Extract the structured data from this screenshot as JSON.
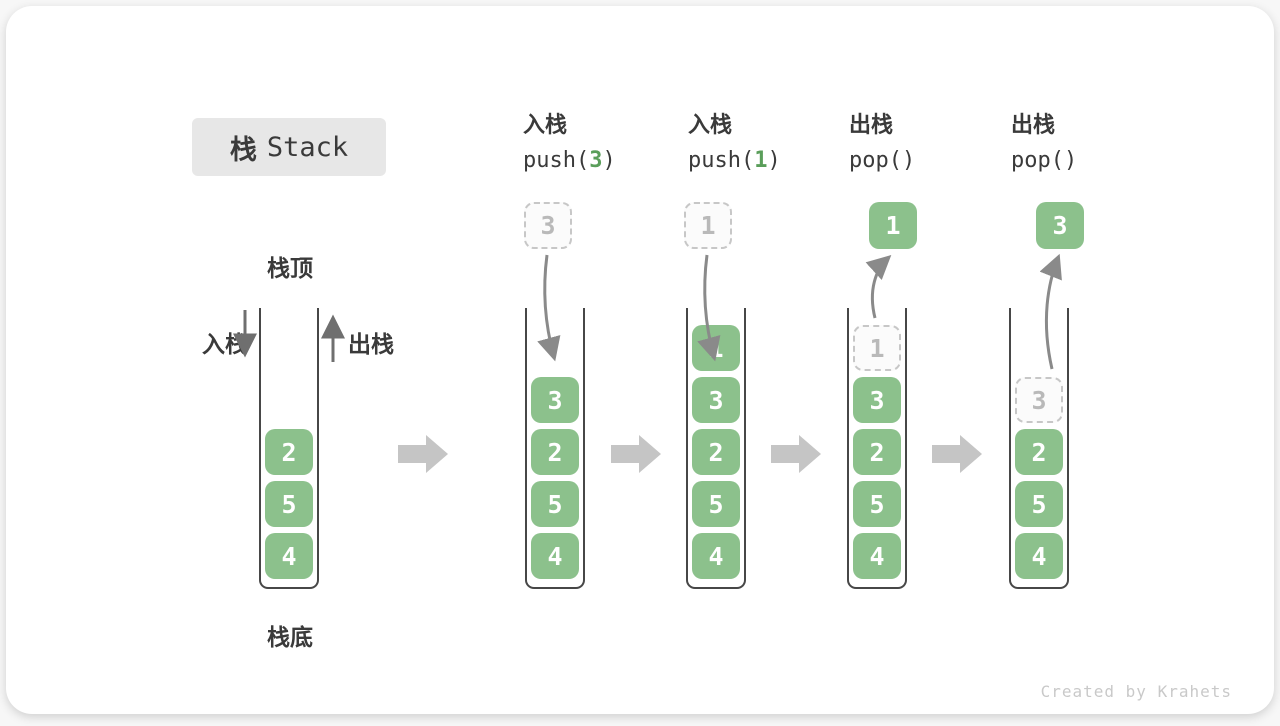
{
  "title": {
    "cjk": "栈",
    "en": "Stack"
  },
  "legend": {
    "stack_top": "栈顶",
    "stack_bottom": "栈底",
    "push_label": "入栈",
    "pop_label": "出栈"
  },
  "stages": [
    {
      "op": "入栈",
      "code_pre": "push(",
      "code_arg": "3",
      "code_post": ")"
    },
    {
      "op": "入栈",
      "code_pre": "push(",
      "code_arg": "1",
      "code_post": ")"
    },
    {
      "op": "出栈",
      "code_pre": "pop(",
      "code_arg": "",
      "code_post": ")"
    },
    {
      "op": "出栈",
      "code_pre": "pop(",
      "code_arg": "",
      "code_post": ")"
    }
  ],
  "stacks": [
    {
      "boxes": {
        "c": "2",
        "d": "5",
        "e": "4"
      }
    },
    {
      "floating": "3",
      "boxes": {
        "b": "3",
        "c": "2",
        "d": "5",
        "e": "4"
      }
    },
    {
      "floating": "1",
      "boxes": {
        "a": "1",
        "b": "3",
        "c": "2",
        "d": "5",
        "e": "4"
      }
    },
    {
      "floating": "1",
      "ghost": "1",
      "boxes": {
        "b": "3",
        "c": "2",
        "d": "5",
        "e": "4"
      }
    },
    {
      "floating": "3",
      "ghost": "3",
      "boxes": {
        "c": "2",
        "d": "5",
        "e": "4"
      }
    }
  ],
  "colors": {
    "box_green": "#8cc18c",
    "arg_green": "#5a9e5a",
    "ghost_gray": "#c7c7c7",
    "arrow_gray": "#8a8a8a",
    "block_arrow_gray": "#c5c5c5",
    "text_dark": "#3a3a3a"
  },
  "watermark": "Created by Krahets"
}
